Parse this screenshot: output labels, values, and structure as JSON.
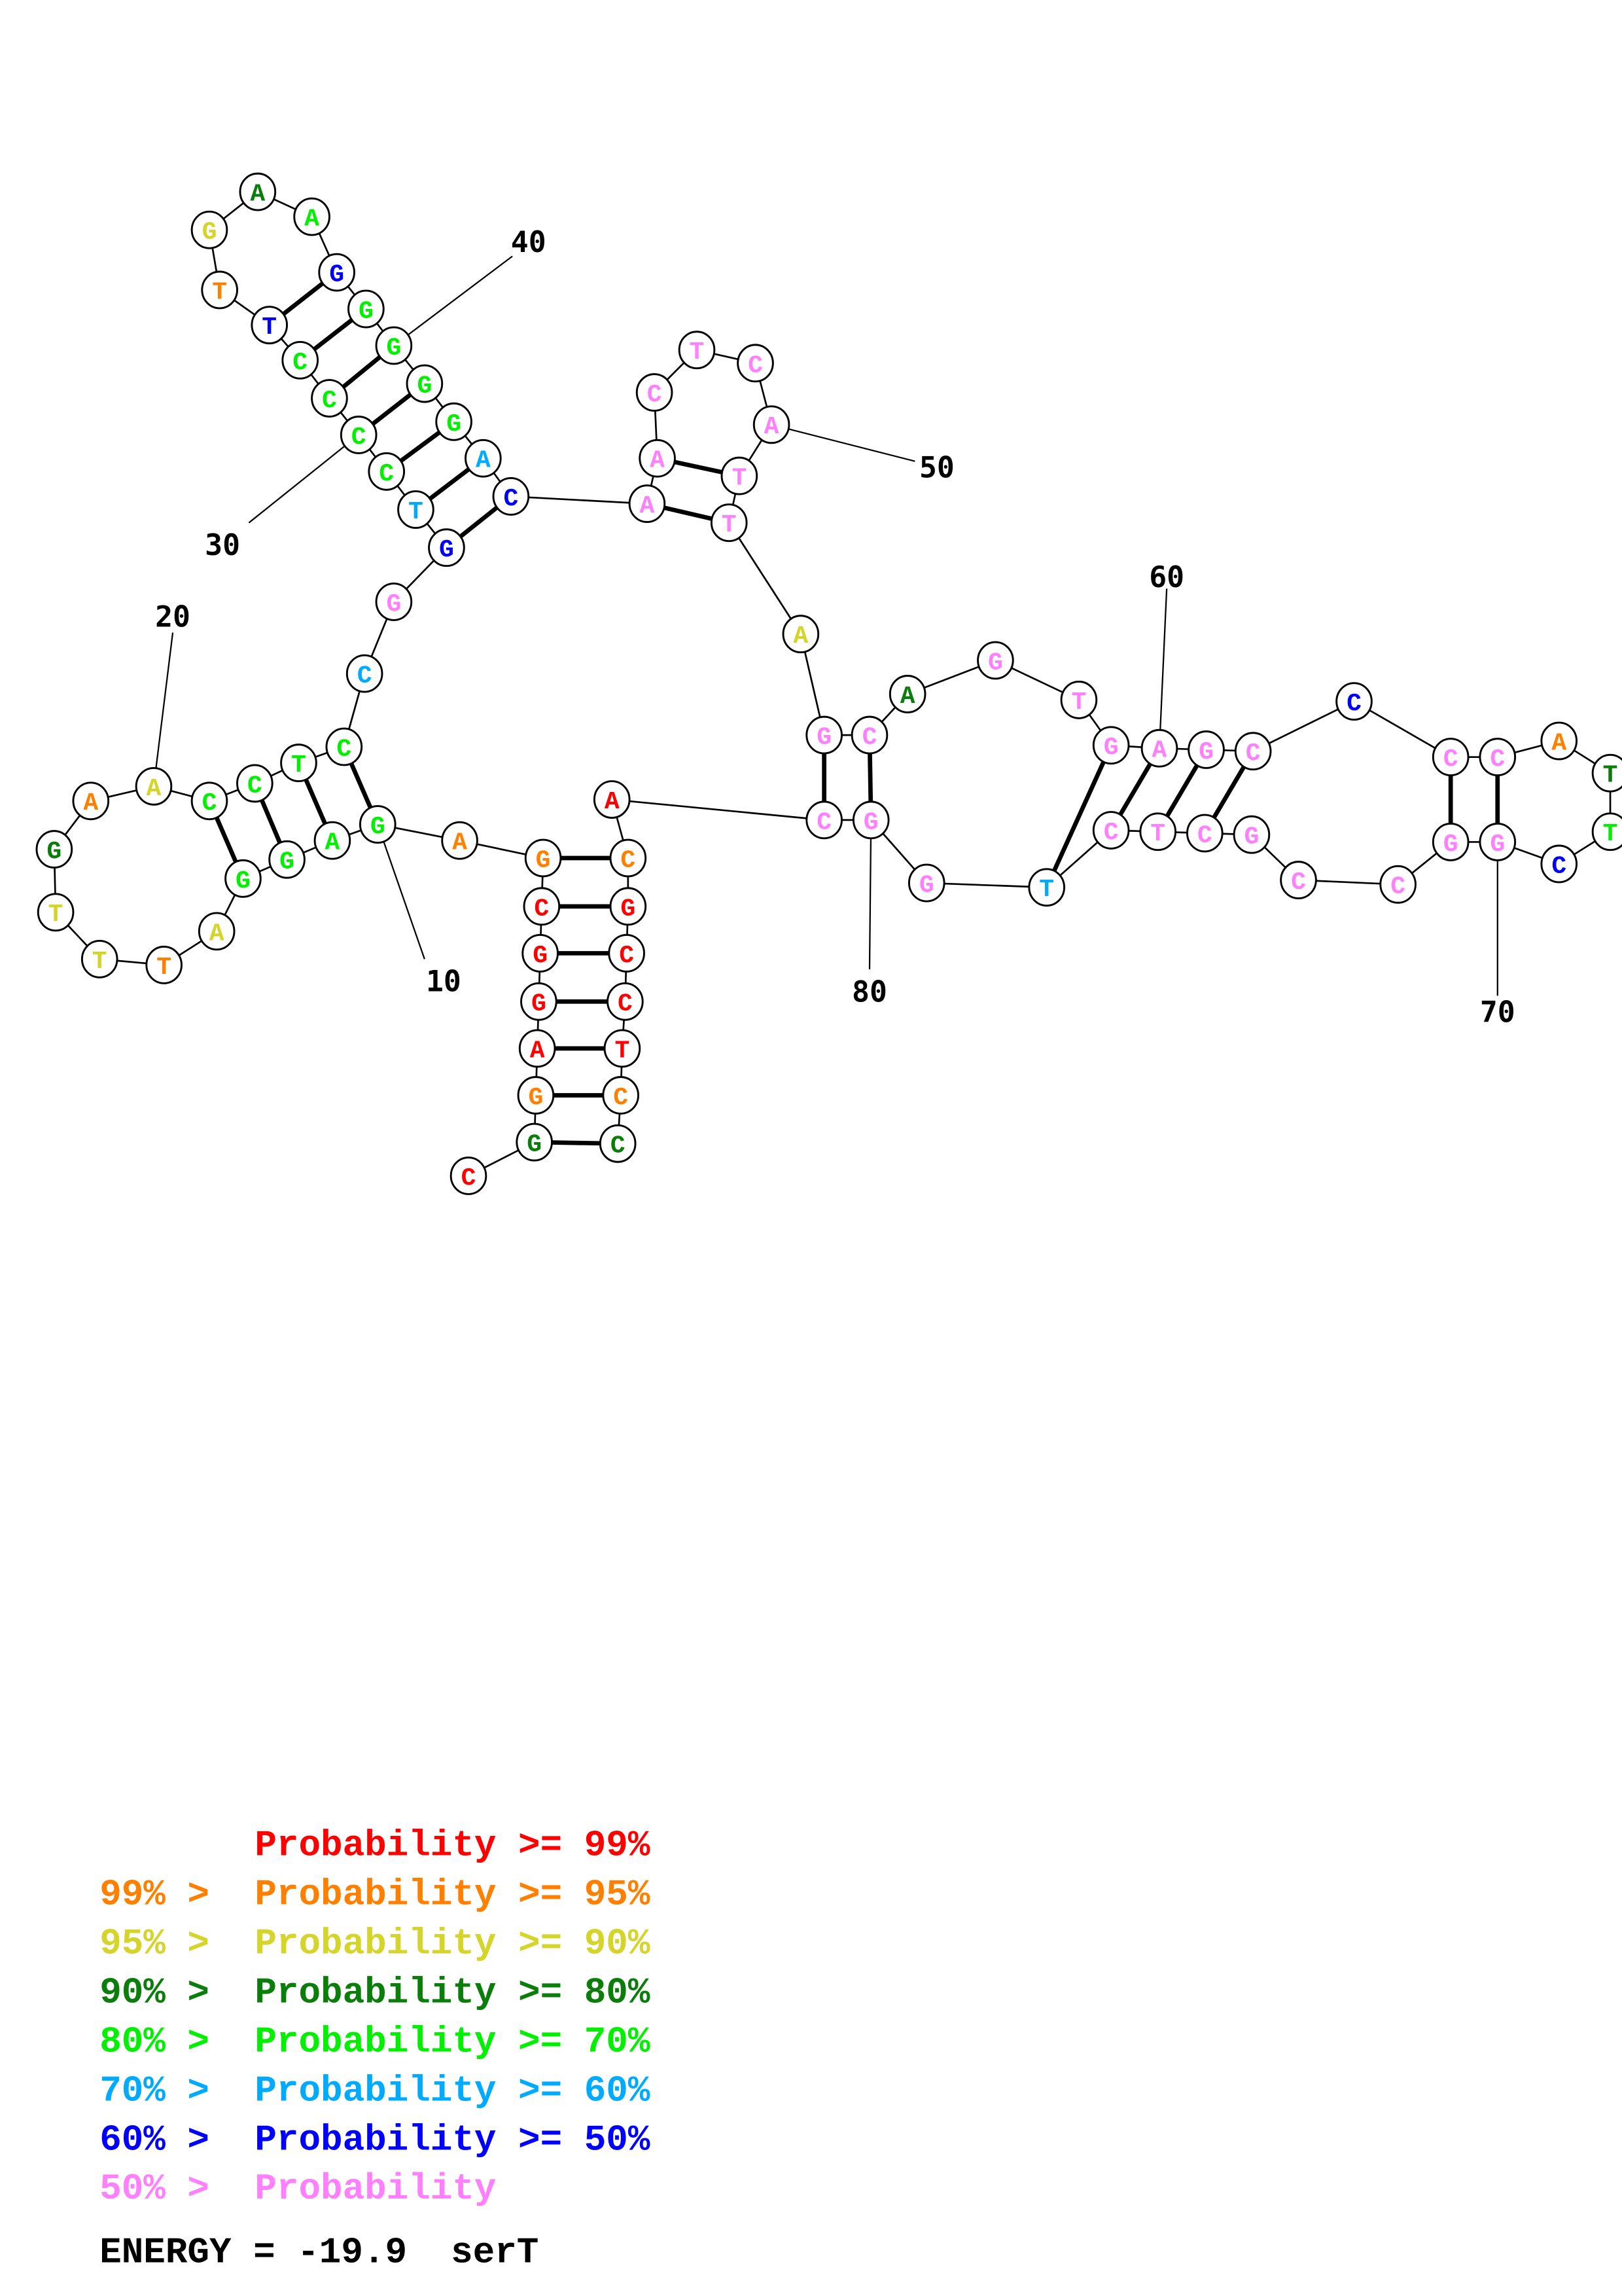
{
  "title": "serT",
  "colors": {
    "p99": "#ff0000",
    "p95": "#ff8000",
    "p90": "#d4d42a",
    "p80": "#0a7d0a",
    "p70": "#00f000",
    "p60": "#00aaff",
    "p50": "#0000ff",
    "plow": "#ff80ff"
  },
  "sequence": [
    [
      "C",
      "p99"
    ],
    [
      "G",
      "p80"
    ],
    [
      "G",
      "p95"
    ],
    [
      "A",
      "p99"
    ],
    [
      "G",
      "p99"
    ],
    [
      "G",
      "p99"
    ],
    [
      "C",
      "p99"
    ],
    [
      "G",
      "p95"
    ],
    [
      "A",
      "p95"
    ],
    [
      "G",
      "p70"
    ],
    [
      "A",
      "p70"
    ],
    [
      "G",
      "p70"
    ],
    [
      "G",
      "p70"
    ],
    [
      "A",
      "p90"
    ],
    [
      "T",
      "p95"
    ],
    [
      "T",
      "p90"
    ],
    [
      "T",
      "p90"
    ],
    [
      "G",
      "p80"
    ],
    [
      "A",
      "p95"
    ],
    [
      "A",
      "p90"
    ],
    [
      "C",
      "p70"
    ],
    [
      "C",
      "p70"
    ],
    [
      "T",
      "p70"
    ],
    [
      "C",
      "p70"
    ],
    [
      "C",
      "p60"
    ],
    [
      "G",
      "plow"
    ],
    [
      "G",
      "p50"
    ],
    [
      "T",
      "p60"
    ],
    [
      "C",
      "p70"
    ],
    [
      "C",
      "p70"
    ],
    [
      "C",
      "p70"
    ],
    [
      "C",
      "p70"
    ],
    [
      "T",
      "p50"
    ],
    [
      "T",
      "p95"
    ],
    [
      "G",
      "p90"
    ],
    [
      "A",
      "p80"
    ],
    [
      "A",
      "p70"
    ],
    [
      "G",
      "p50"
    ],
    [
      "G",
      "p70"
    ],
    [
      "G",
      "p70"
    ],
    [
      "G",
      "p70"
    ],
    [
      "G",
      "p70"
    ],
    [
      "A",
      "p60"
    ],
    [
      "C",
      "p50"
    ],
    [
      "A",
      "plow"
    ],
    [
      "A",
      "plow"
    ],
    [
      "C",
      "plow"
    ],
    [
      "T",
      "plow"
    ],
    [
      "C",
      "plow"
    ],
    [
      "A",
      "plow"
    ],
    [
      "T",
      "plow"
    ],
    [
      "T",
      "plow"
    ],
    [
      "A",
      "p90"
    ],
    [
      "G",
      "plow"
    ],
    [
      "C",
      "plow"
    ],
    [
      "A",
      "p80"
    ],
    [
      "G",
      "plow"
    ],
    [
      "T",
      "plow"
    ],
    [
      "G",
      "plow"
    ],
    [
      "A",
      "plow"
    ],
    [
      "G",
      "plow"
    ],
    [
      "C",
      "plow"
    ],
    [
      "C",
      "p50"
    ],
    [
      "C",
      "plow"
    ],
    [
      "C",
      "plow"
    ],
    [
      "A",
      "p95"
    ],
    [
      "T",
      "p80"
    ],
    [
      "T",
      "p70"
    ],
    [
      "C",
      "p50"
    ],
    [
      "G",
      "plow"
    ],
    [
      "G",
      "plow"
    ],
    [
      "C",
      "plow"
    ],
    [
      "C",
      "plow"
    ],
    [
      "G",
      "plow"
    ],
    [
      "C",
      "plow"
    ],
    [
      "T",
      "plow"
    ],
    [
      "C",
      "plow"
    ],
    [
      "T",
      "p60"
    ],
    [
      "G",
      "plow"
    ],
    [
      "G",
      "plow"
    ],
    [
      "C",
      "plow"
    ],
    [
      "A",
      "p99"
    ],
    [
      "C",
      "p95"
    ],
    [
      "G",
      "p99"
    ],
    [
      "C",
      "p99"
    ],
    [
      "C",
      "p99"
    ],
    [
      "T",
      "p99"
    ],
    [
      "C",
      "p95"
    ],
    [
      "C",
      "p80"
    ]
  ],
  "pairs": [
    [
      2,
      89
    ],
    [
      3,
      88
    ],
    [
      4,
      87
    ],
    [
      5,
      86
    ],
    [
      6,
      85
    ],
    [
      7,
      84
    ],
    [
      8,
      83
    ],
    [
      10,
      24
    ],
    [
      11,
      23
    ],
    [
      12,
      22
    ],
    [
      13,
      21
    ],
    [
      27,
      44
    ],
    [
      28,
      43
    ],
    [
      29,
      42
    ],
    [
      30,
      41
    ],
    [
      31,
      40
    ],
    [
      32,
      39
    ],
    [
      33,
      38
    ],
    [
      45,
      52
    ],
    [
      46,
      51
    ],
    [
      54,
      81
    ],
    [
      55,
      80
    ],
    [
      59,
      78
    ],
    [
      60,
      77
    ],
    [
      61,
      76
    ],
    [
      62,
      75
    ],
    [
      64,
      71
    ],
    [
      65,
      70
    ]
  ],
  "position_labels": [
    "10",
    "20",
    "30",
    "40",
    "50",
    "60",
    "70",
    "80"
  ],
  "legend": [
    {
      "prefix": "",
      "label": "Probability >= 99%",
      "color": "p99"
    },
    {
      "prefix": "99% > ",
      "label": "Probability >= 95%",
      "color": "p95"
    },
    {
      "prefix": "95% > ",
      "label": "Probability >= 90%",
      "color": "p90"
    },
    {
      "prefix": "90% > ",
      "label": "Probability >= 80%",
      "color": "p80"
    },
    {
      "prefix": "80% > ",
      "label": "Probability >= 70%",
      "color": "p70"
    },
    {
      "prefix": "70% > ",
      "label": "Probability >= 60%",
      "color": "p60"
    },
    {
      "prefix": "60% > ",
      "label": "Probability >= 50%",
      "color": "p50"
    },
    {
      "prefix": "50% > ",
      "label": "Probability",
      "color": "plow"
    }
  ],
  "energy_line": "ENERGY = -19.9  serT"
}
